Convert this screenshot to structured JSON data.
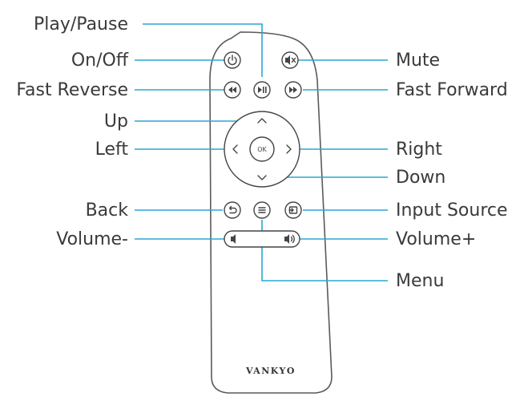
{
  "labels": {
    "play_pause": "Play/Pause",
    "on_off": "On/Off",
    "fast_reverse": "Fast Reverse",
    "up": "Up",
    "left": "Left",
    "back": "Back",
    "volume_minus": "Volume-",
    "mute": "Mute",
    "fast_forward": "Fast Forward",
    "right": "Right",
    "down": "Down",
    "input_source": "Input Source",
    "volume_plus": "Volume+",
    "menu": "Menu"
  },
  "remote": {
    "brand": "VANKYO",
    "ok_label": "OK"
  },
  "colors": {
    "leader_line": "#2aa7d6",
    "outline": "#444444",
    "label_text": "#3a3a3a"
  }
}
